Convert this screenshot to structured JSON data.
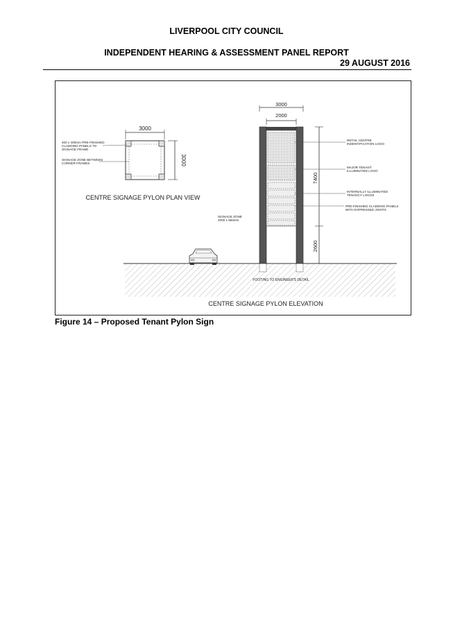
{
  "header": {
    "council": "LIVERPOOL CITY COUNCIL",
    "report": "INDEPENDENT HEARING & ASSESSMENT PANEL REPORT",
    "date": "29 AUGUST 2016"
  },
  "figure": {
    "plan_view": {
      "dimension_top": "3000",
      "dimension_side": "3000",
      "note_panels": [
        "400 x 400mm  PRE-FINISHED",
        "CLADDING PANELS TO",
        "SIGNAGE FRAME"
      ],
      "note_zone": [
        "SIGNAGE ZONE BETWEEN",
        "CORNER FRAMES"
      ],
      "title": "CENTRE  SIGNAGE  PYLON  PLAN  VIEW"
    },
    "elevation": {
      "dimension_width_outer": "3000",
      "dimension_width_inner": "2000",
      "dimension_height_upper": "7400",
      "dimension_height_lower": "2600",
      "note_signage_zone": [
        "SIGNAGE  ZONE",
        "2000 x 683mm"
      ],
      "note_footing": "FOOTING  TO  ENGINEER'S  DETAIL",
      "callout_retail": [
        "RETAIL CENTRE",
        "INDENTIFICATION LOGO"
      ],
      "callout_major": [
        "MAJOR TENANT",
        "ILLUMINATED LOGO"
      ],
      "callout_internal": [
        "INTERNALLY ILLUMINATED",
        "TENANCY LOGOS"
      ],
      "callout_cladding": [
        "PRE-FINISHED CLADDING PANELS",
        "WITH EXPRESSED JOINTS"
      ],
      "title": "CENTRE  SIGNAGE  PYLON  ELEVATION"
    }
  },
  "caption": "Figure 14 – Proposed Tenant Pylon Sign"
}
